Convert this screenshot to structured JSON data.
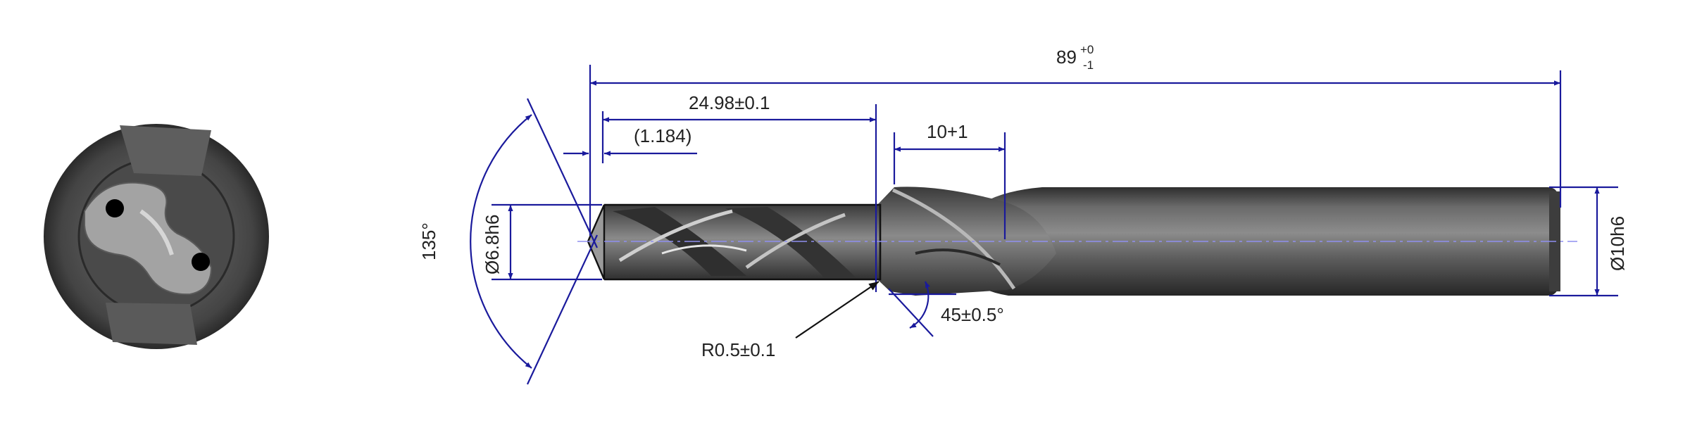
{
  "dimensions": {
    "overall_length": {
      "value": "89",
      "tol_upper": "+0",
      "tol_lower": "-1"
    },
    "flute_length": "24.98±0.1",
    "point_length": "(1.184)",
    "step_length": "10+1",
    "step_diameter": "Ø6.8h6",
    "shank_diameter": "Ø10h6",
    "point_angle": "135°",
    "chamfer_angle": "45±0.5°",
    "corner_radius": "R0.5±0.1"
  },
  "colors": {
    "dimension_line": "#1a1a9c",
    "centerline": "#8f8ff0",
    "tool_body": "#555555"
  }
}
